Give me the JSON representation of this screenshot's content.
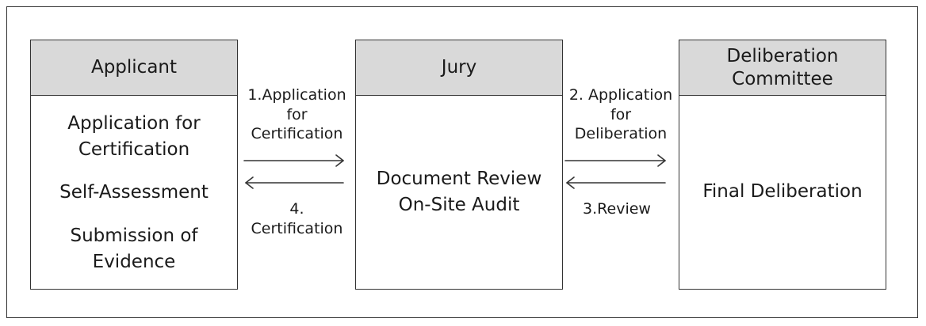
{
  "applicant": {
    "title": "Applicant",
    "items": [
      "Application for\nCertification",
      "Self-Assessment",
      "Submission of\nEvidence"
    ]
  },
  "jury": {
    "title": "Jury",
    "items": [
      "Document Review",
      "On-Site Audit"
    ]
  },
  "committee": {
    "title": "Deliberation\nCommittee",
    "items": [
      "Final Deliberation"
    ]
  },
  "arrows": {
    "step1": "1.Application\nfor\nCertification",
    "step2": "2. Application\nfor\nDeliberation",
    "step3": "3.Review",
    "step4": "4.\nCertification"
  },
  "colors": {
    "header_fill": "#d9d9d9",
    "stroke": "#333333"
  }
}
